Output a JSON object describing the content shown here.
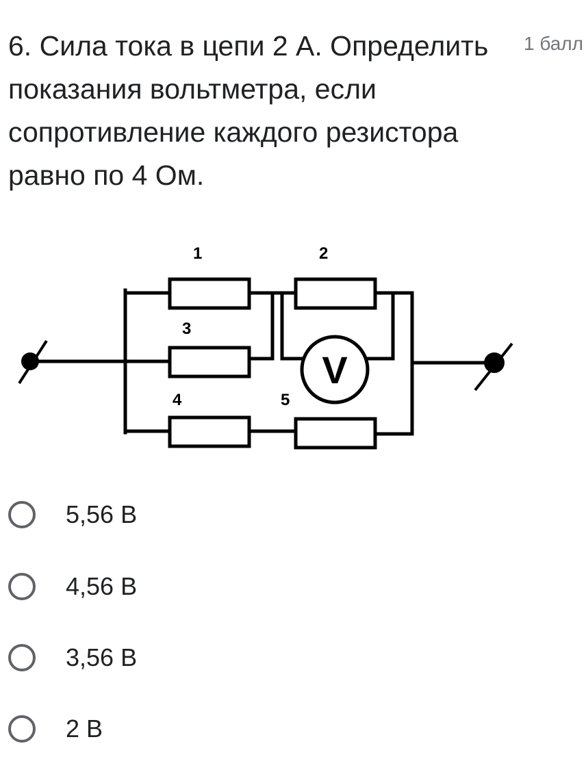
{
  "question": {
    "title": "6. Сила тока в цепи 2 А. Определить показания вольтметра, если сопротивление каждого резистора равно по 4 Ом.",
    "points": "1 балл"
  },
  "figure": {
    "resistor_labels": [
      "1",
      "2",
      "3",
      "4",
      "5"
    ],
    "voltmeter_symbol": "V"
  },
  "options": [
    {
      "label": "5,56 В"
    },
    {
      "label": "4,56 В"
    },
    {
      "label": "3,56 В"
    },
    {
      "label": "2 В"
    }
  ]
}
